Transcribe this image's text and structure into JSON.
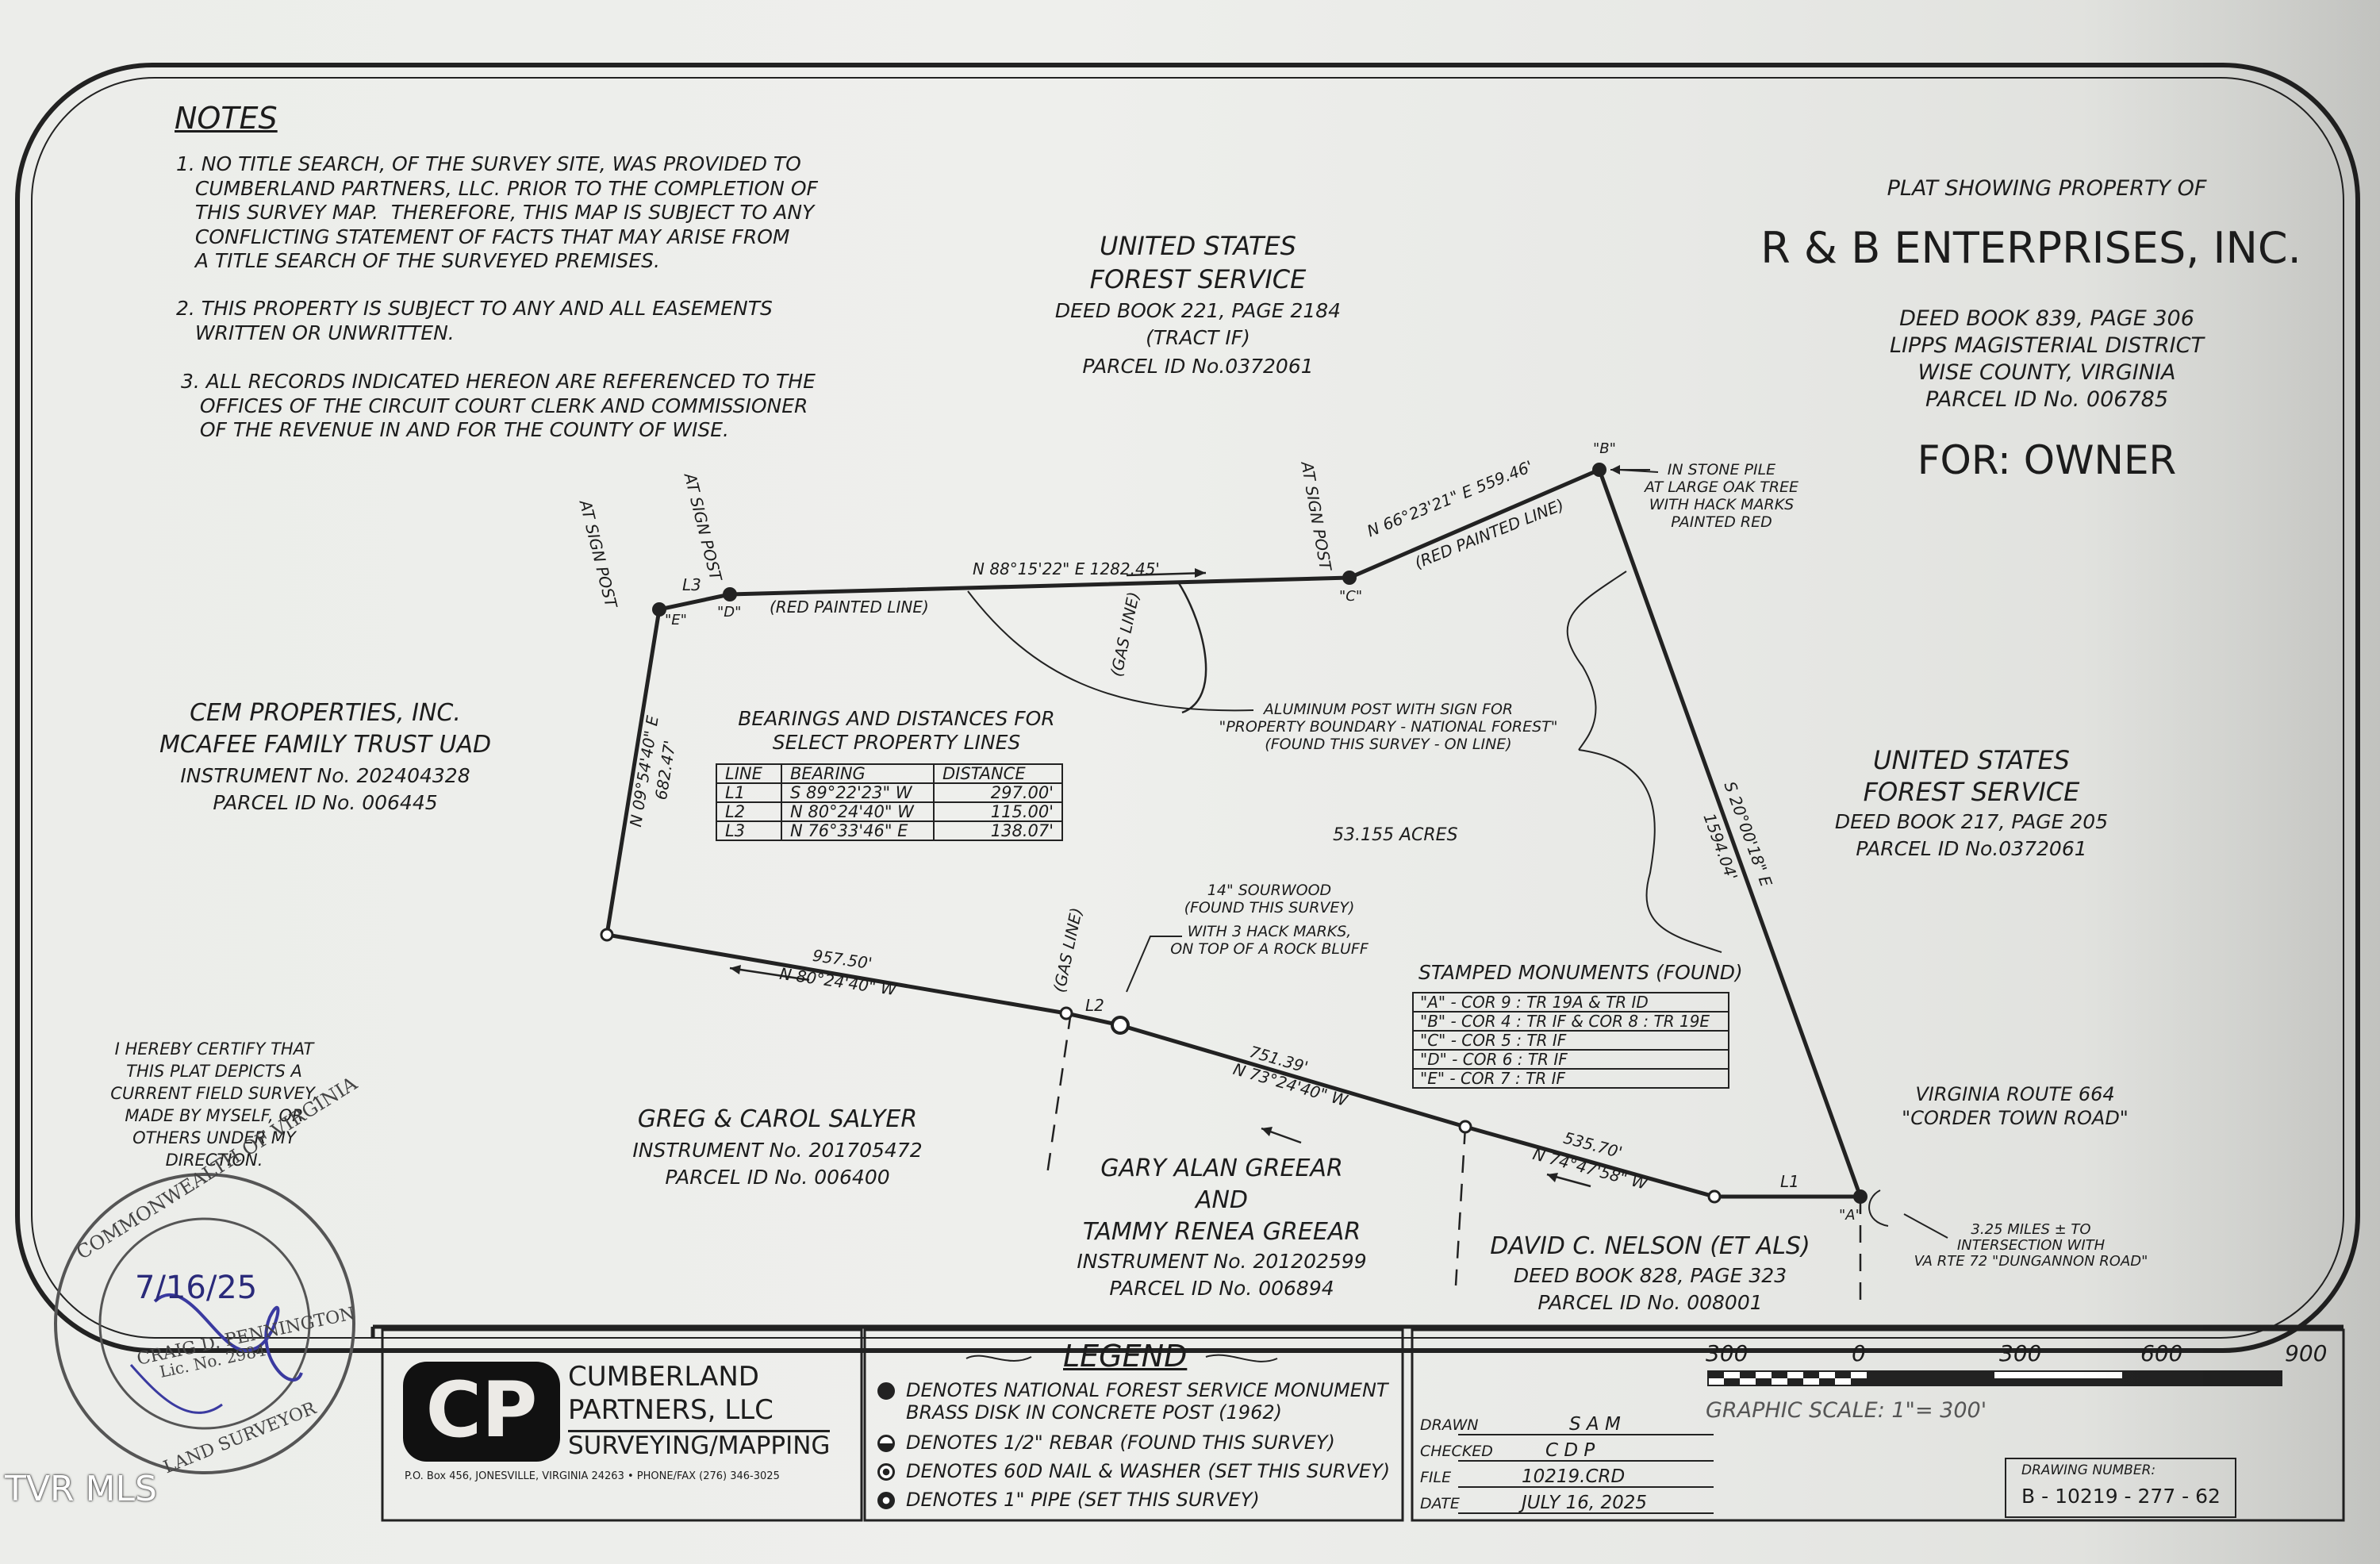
{
  "notes": {
    "heading": "NOTES",
    "items": [
      "1. NO TITLE SEARCH, OF THE SURVEY SITE, WAS PROVIDED TO\n   CUMBERLAND PARTNERS, LLC. PRIOR TO THE COMPLETION OF\n   THIS SURVEY MAP.  THEREFORE, THIS MAP IS SUBJECT TO ANY\n   CONFLICTING STATEMENT OF FACTS THAT MAY ARISE FROM\n   A TITLE SEARCH OF THE SURVEYED PREMISES.",
      "2. THIS PROPERTY IS SUBJECT TO ANY AND ALL EASEMENTS\n   WRITTEN OR UNWRITTEN.",
      "3. ALL RECORDS INDICATED HEREON ARE REFERENCED TO THE\n   OFFICES OF THE CIRCUIT COURT CLERK AND COMMISSIONER\n   OF THE REVENUE IN AND FOR THE COUNTY OF WISE."
    ]
  },
  "title_block": {
    "plat_showing": "PLAT SHOWING PROPERTY OF",
    "owner_name": "R & B ENTERPRISES, INC.",
    "deed": "DEED BOOK 839, PAGE 306",
    "district": "LIPPS MAGISTERIAL DISTRICT",
    "county": "WISE COUNTY, VIRGINIA",
    "parcel": "PARCEL ID No. 006785",
    "for": "FOR: OWNER"
  },
  "adjoiners": {
    "usfs_north": [
      "UNITED STATES",
      "FOREST SERVICE",
      "DEED BOOK 221, PAGE 2184",
      "(TRACT IF)",
      "PARCEL ID No.0372061"
    ],
    "usfs_east": [
      "UNITED STATES",
      "FOREST SERVICE",
      "DEED BOOK 217, PAGE 205",
      "PARCEL ID No.0372061"
    ],
    "cem": [
      "CEM PROPERTIES, INC.",
      "MCAFEE FAMILY TRUST UAD",
      "INSTRUMENT No. 202404328",
      "PARCEL ID No. 006445"
    ],
    "salyer": [
      "GREG & CAROL SALYER",
      "INSTRUMENT No. 201705472",
      "PARCEL ID No. 006400"
    ],
    "greear": [
      "GARY ALAN GREEAR",
      "AND",
      "TAMMY RENEA GREEAR",
      "INSTRUMENT No. 201202599",
      "PARCEL ID No. 006894"
    ],
    "nelson": [
      "DAVID C. NELSON (ET ALS)",
      "DEED BOOK 828, PAGE 323",
      "PARCEL ID No. 008001"
    ]
  },
  "map_labels": {
    "line_north": "N 88°15'22\" E  1282.45'",
    "line_ne": "N 66°23'21\" E  559.46'",
    "red_painted_1": "(RED PAINTED LINE)",
    "red_painted_2": "(RED PAINTED LINE)",
    "line_east_bearing": "S 20°00'18\" E",
    "line_east_dist": "1594.04'",
    "line_west_bearing": "N 09°54'40\" E",
    "line_west_dist": "682.47'",
    "line_sw_dist": "957.50'",
    "line_sw_bearing": "N 80°24'40\" W",
    "line_s2_dist": "751.39'",
    "line_s2_bearing": "N 73°24'40\" W",
    "line_s3_dist": "535.70'",
    "line_s3_bearing": "N 74°47'58\" W",
    "gas_line_1": "(GAS LINE)",
    "gas_line_2": "(GAS LINE)",
    "acres": "53.155 ACRES",
    "at_sign_post_1": "AT SIGN POST",
    "at_sign_post_2": "AT SIGN POST",
    "at_sign_post_3": "AT SIGN POST",
    "pt_a": "\"A\"",
    "pt_b": "\"B\"",
    "pt_c": "\"C\"",
    "pt_d": "\"D\"",
    "pt_e": "\"E\"",
    "l1": "L1",
    "l2": "L2",
    "l3": "L3",
    "stone_pile": [
      "IN STONE PILE",
      "AT LARGE OAK TREE",
      "WITH HACK MARKS",
      "PAINTED RED"
    ],
    "aluminum_post": [
      "ALUMINUM POST WITH SIGN FOR",
      "\"PROPERTY BOUNDARY - NATIONAL FOREST\"",
      "(FOUND THIS SURVEY - ON LINE)"
    ],
    "sourwood": [
      "14\" SOURWOOD",
      "(FOUND THIS SURVEY)",
      "WITH 3 HACK MARKS,",
      "ON TOP OF A ROCK BLUFF"
    ],
    "route": [
      "VIRGINIA ROUTE 664",
      "\"CORDER TOWN ROAD\""
    ],
    "intersection": [
      "3.25 MILES ± TO",
      "INTERSECTION WITH",
      "VA RTE 72 \"DUNGANNON ROAD\""
    ]
  },
  "bearings_table": {
    "title": [
      "BEARINGS AND DISTANCES FOR",
      "SELECT PROPERTY LINES"
    ],
    "headers": [
      "LINE",
      "BEARING",
      "DISTANCE"
    ],
    "rows": [
      [
        "L1",
        "S 89°22'23\" W",
        "297.00'"
      ],
      [
        "L2",
        "N 80°24'40\" W",
        "115.00'"
      ],
      [
        "L3",
        "N 76°33'46\" E",
        "138.07'"
      ]
    ]
  },
  "monuments_table": {
    "title": "STAMPED MONUMENTS (FOUND)",
    "rows": [
      "\"A\" - COR 9 : TR 19A & TR ID",
      "\"B\" - COR 4 : TR IF & COR 8 : TR 19E",
      "\"C\" - COR 5 : TR IF",
      "\"D\" - COR 6 : TR IF",
      "\"E\" - COR 7 : TR IF"
    ]
  },
  "certification": [
    "I HEREBY CERTIFY THAT",
    "THIS PLAT DEPICTS A",
    "CURRENT FIELD SURVEY,",
    "MADE BY MYSELF, OR",
    "OTHERS UNDER MY",
    "DIRECTION."
  ],
  "seal": {
    "top": "COMMONWEALTH OF VIRGINIA",
    "name": "CRAIG D. PENNINGTON",
    "lic": "Lic. No. 2984",
    "bottom": "LAND SURVEYOR",
    "date": "7/16/25"
  },
  "company": {
    "logo": "CP",
    "name1": "CUMBERLAND",
    "name2": "PARTNERS, LLC",
    "name3": "SURVEYING/MAPPING",
    "address": "P.O. Box 456, JONESVILLE, VIRGINIA 24263 • PHONE/FAX (276) 346-3025"
  },
  "legend": {
    "title": "LEGEND",
    "items": [
      "DENOTES NATIONAL FOREST SERVICE MONUMENT",
      "DENOTES 1/2\" REBAR (FOUND THIS SURVEY)",
      "DENOTES 60D NAIL & WASHER (SET THIS SURVEY)",
      "DENOTES 1\" PIPE (SET THIS SURVEY)"
    ],
    "item1_line2": "BRASS DISK IN CONCRETE POST (1962)"
  },
  "info": {
    "drawn_label": "DRAWN",
    "drawn": "S A M",
    "checked_label": "CHECKED",
    "checked": "C D P",
    "file_label": "FILE",
    "file": "10219.CRD",
    "date_label": "DATE",
    "date": "JULY 16, 2025"
  },
  "scale": {
    "ticks": [
      "300",
      "0",
      "300",
      "600",
      "900"
    ],
    "caption": "GRAPHIC SCALE:  1\"= 300'"
  },
  "drawing_number": {
    "label": "DRAWING NUMBER:",
    "value": "B - 10219 - 277 - 62"
  },
  "watermark": "TVR MLS"
}
